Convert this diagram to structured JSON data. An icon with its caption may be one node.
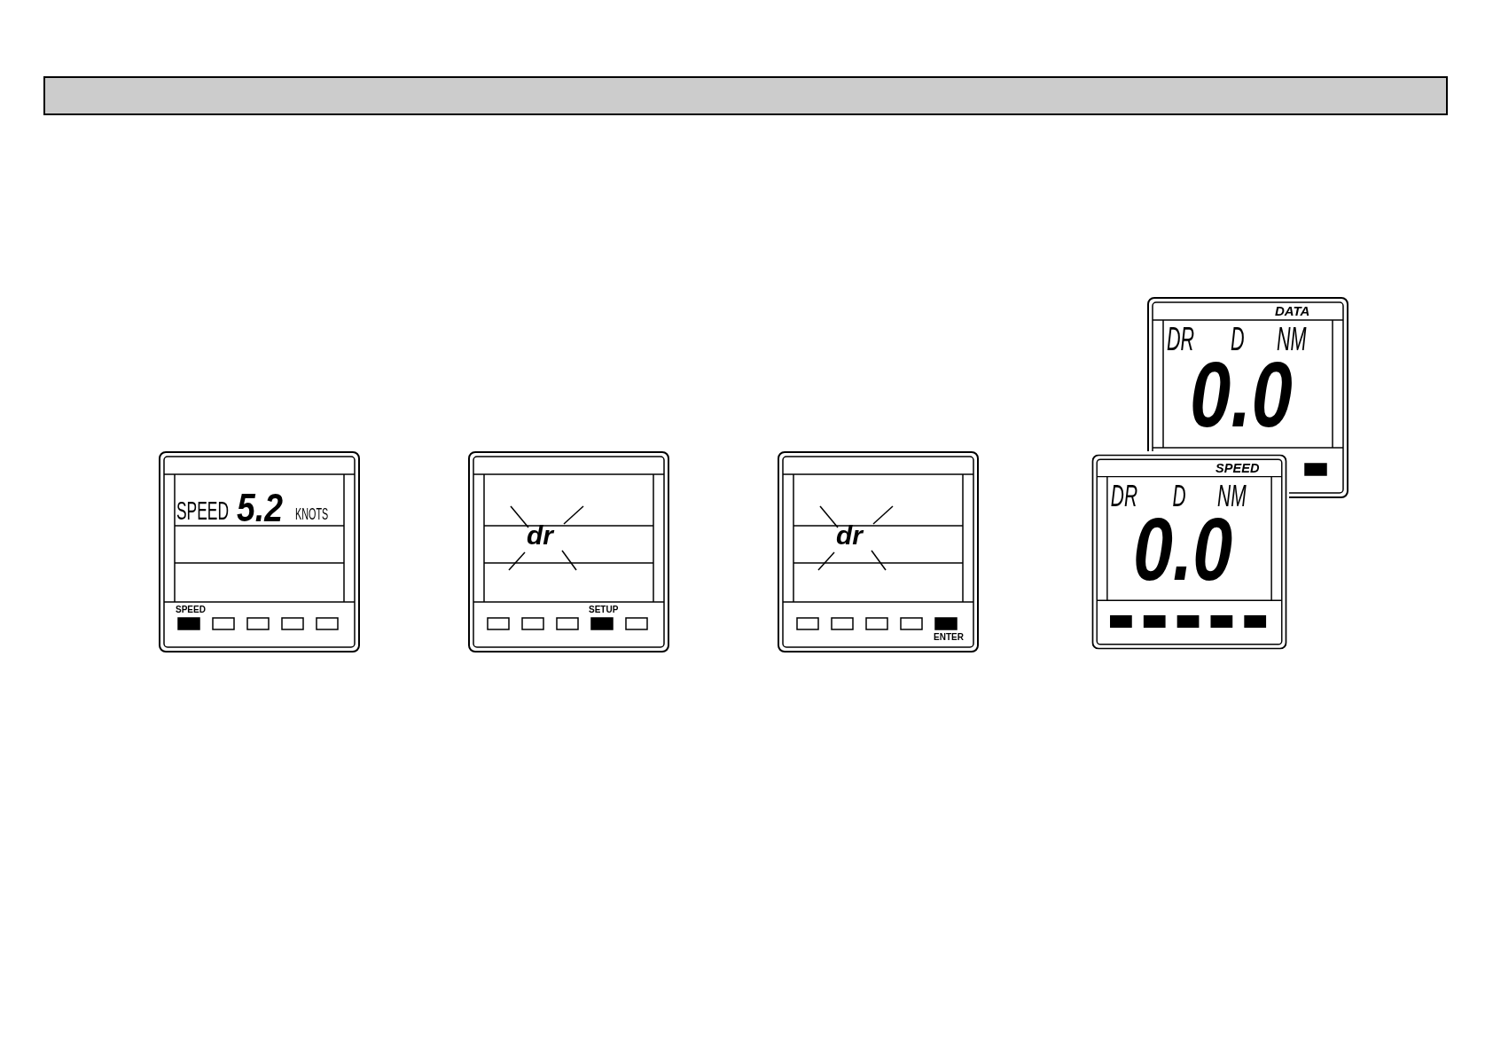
{
  "diagram": {
    "nodes": [
      {
        "text": [
          "SPEED",
          "5.2",
          "KNOTS",
          "SPEED"
        ]
      },
      {
        "text": [
          "dr",
          "SETUP"
        ]
      },
      {
        "text": [
          "dr",
          "ENTER"
        ]
      },
      {
        "text": [
          "DATA",
          "DR",
          "D",
          "NM",
          "0.0"
        ]
      },
      {
        "text": [
          "SPEED",
          "DR",
          "D",
          "NM",
          "0.0"
        ]
      }
    ]
  }
}
